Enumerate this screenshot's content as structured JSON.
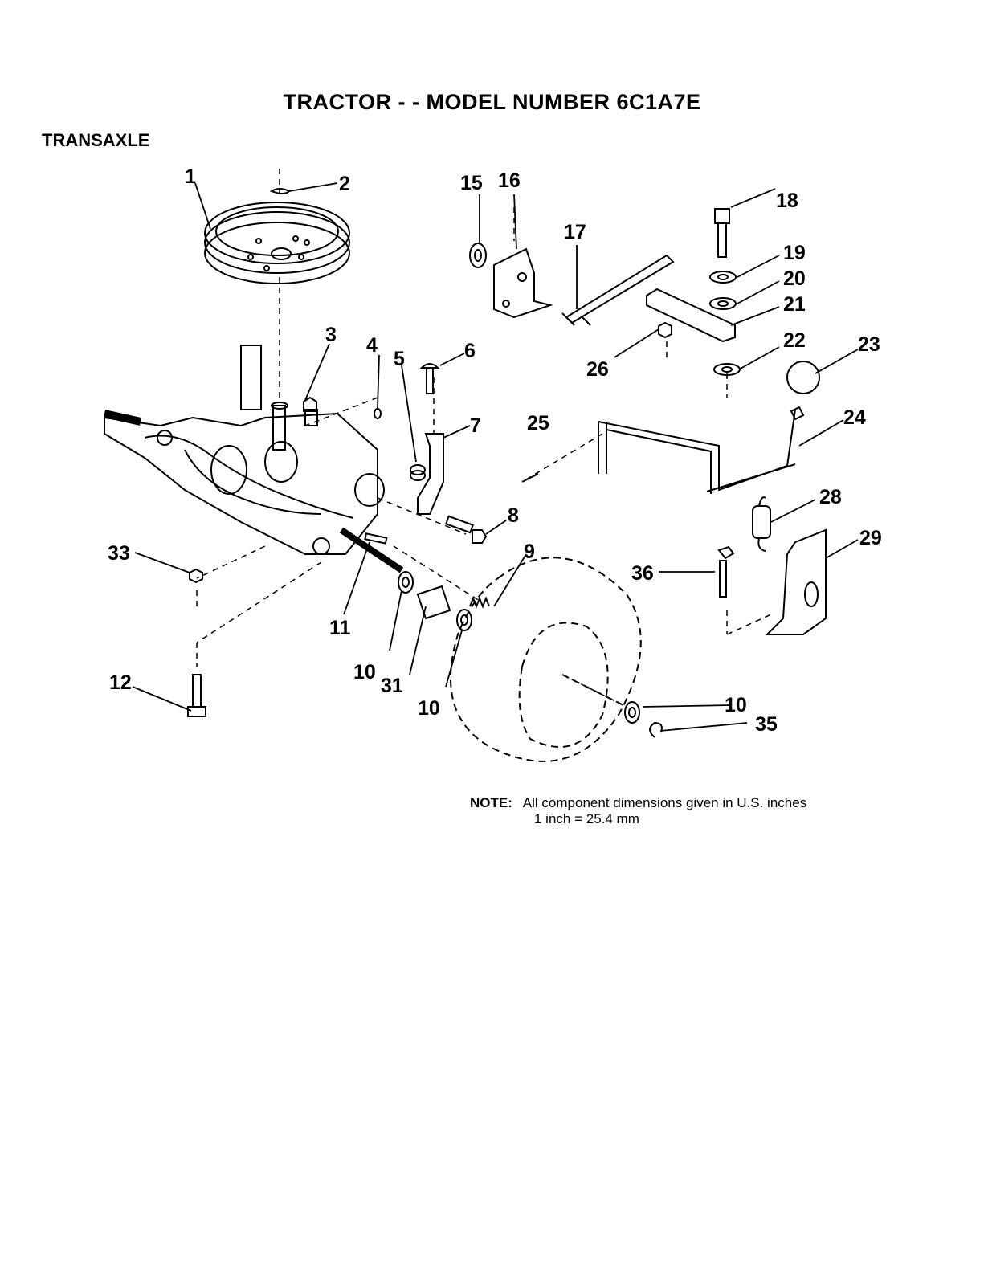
{
  "title": "TRACTOR  - - MODEL NUMBER 6C1A7E",
  "section": "TRANSAXLE",
  "labels": {
    "p1": "1",
    "p2": "2",
    "p3": "3",
    "p4": "4",
    "p5": "5",
    "p6": "6",
    "p7": "7",
    "p8": "8",
    "p9": "9",
    "p10a": "10",
    "p10b": "10",
    "p10c": "10",
    "p11": "11",
    "p12": "12",
    "p15": "15",
    "p16": "16",
    "p17": "17",
    "p18": "18",
    "p19": "19",
    "p20": "20",
    "p21": "21",
    "p22": "22",
    "p23": "23",
    "p24": "24",
    "p25": "25",
    "p26": "26",
    "p28": "28",
    "p29": "29",
    "p31": "31",
    "p33": "33",
    "p35": "35",
    "p36": "36"
  },
  "note": {
    "key": "NOTE:",
    "line1": "All component dimensions given in U.S. inches",
    "line2": "1 inch = 25.4 mm"
  }
}
